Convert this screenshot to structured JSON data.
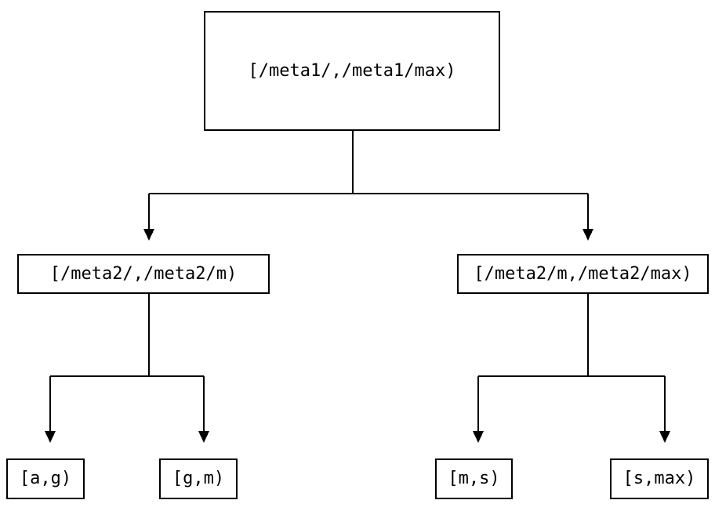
{
  "diagram": {
    "type": "tree",
    "description": "Binary interval-partition tree with metadata ranges split into key ranges",
    "nodes": {
      "root": {
        "label": "[/meta1/,/meta1/max)"
      },
      "left_child": {
        "label": "[/meta2/,/meta2/m)"
      },
      "right_child": {
        "label": "[/meta2/m,/meta2/max)"
      },
      "leaf_1": {
        "label": "[a,g)"
      },
      "leaf_2": {
        "label": "[g,m)"
      },
      "leaf_3": {
        "label": "[m,s)"
      },
      "leaf_4": {
        "label": "[s,max)"
      }
    },
    "edges": [
      {
        "from": "root",
        "to": "left_child"
      },
      {
        "from": "root",
        "to": "right_child"
      },
      {
        "from": "left_child",
        "to": "leaf_1"
      },
      {
        "from": "left_child",
        "to": "leaf_2"
      },
      {
        "from": "right_child",
        "to": "leaf_3"
      },
      {
        "from": "right_child",
        "to": "leaf_4"
      }
    ],
    "colors": {
      "background": "#ffffff",
      "node_fill": "#ffffff",
      "node_border": "#000000",
      "line": "#000000",
      "text": "#000000"
    }
  }
}
